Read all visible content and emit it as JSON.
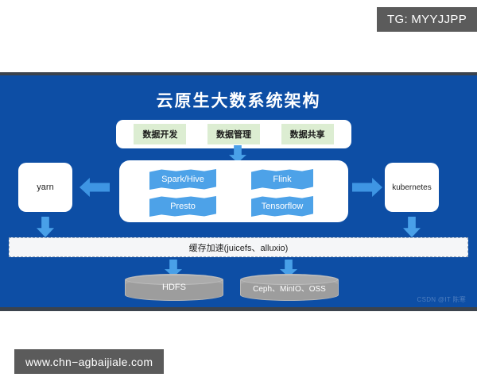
{
  "watermarks": {
    "top_badge": "TG: MYYJJPP",
    "bottom_badge": "www.chn−agbaijiale.com",
    "author": "CSDN @IT 陈寒"
  },
  "slide": {
    "title": "云原生大数系统架构",
    "background_color": "#0d4ea5",
    "border_color": "#3b434d"
  },
  "layers": {
    "applications": {
      "chips": [
        {
          "label": "数据开发"
        },
        {
          "label": "数据管理"
        },
        {
          "label": "数据共享"
        }
      ],
      "chip_color": "#dcedd2"
    },
    "engines": {
      "items": [
        {
          "label": "Spark/Hive"
        },
        {
          "label": "Flink"
        },
        {
          "label": "Presto"
        },
        {
          "label": "Tensorflow"
        }
      ],
      "ribbon_color": "#4da2e8"
    },
    "resource_managers": {
      "left": {
        "label": "yarn"
      },
      "right": {
        "label": "kubernetes"
      }
    },
    "cache": {
      "label": "缓存加速(juicefs、alluxio)"
    },
    "storage": {
      "items": [
        {
          "label": "HDFS"
        },
        {
          "label": "Ceph、MinIO、OSS"
        }
      ],
      "cylinder_color": "#9d9d9d"
    }
  },
  "arrows": {
    "to_engines": "arrow-down",
    "to_yarn": "arrow-left",
    "to_kubernetes": "arrow-right",
    "yarn_to_cache": "arrow-down",
    "kubernetes_to_cache": "arrow-down",
    "cache_to_hdfs": "arrow-down",
    "cache_to_object_store": "arrow-down"
  }
}
